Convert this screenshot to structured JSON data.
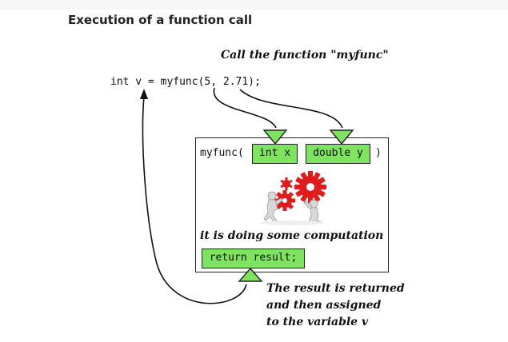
{
  "header": {
    "title": "Execution of a function call"
  },
  "diagram": {
    "call_caption": "Call the function  \"myfunc\"",
    "call_code": "int v = myfunc(5, 2.71);",
    "function_signature": {
      "open": "myfunc(",
      "param_x": "int x",
      "param_y": "double y",
      "close": ")"
    },
    "computation_caption": "it is doing some computation",
    "return_statement": "return result;",
    "result_caption": {
      "line1": "The result is returned",
      "line2": "and then assigned",
      "line3": "to the variable v"
    },
    "colors": {
      "param_fill": "#7ee35e",
      "gear": "#e01b1b",
      "outline": "#222222"
    },
    "icons": [
      "gears-illustration",
      "arrow-down-triangle",
      "arrow-up-triangle"
    ]
  }
}
